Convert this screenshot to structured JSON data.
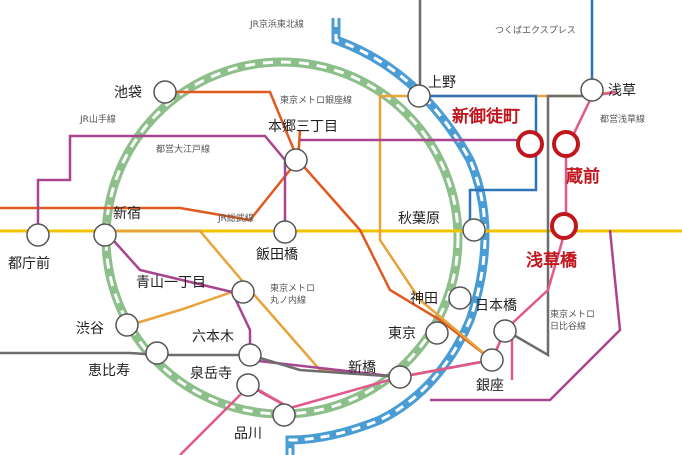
{
  "lines": {
    "jr_keihin_tohoku": "JR京浜東北線",
    "tsukuba_express": "つくばエクスプレス",
    "metro_ginza": "東京メトロ銀座線",
    "toei_asakusa": "都営浅草線",
    "jr_yamanote": "JR山手線",
    "toei_oedo": "都営大江戸線",
    "jr_sobu": "JR総武線",
    "metro_marunouchi_1": "東京メトロ",
    "metro_marunouchi_2": "丸ノ内線",
    "metro_hibiya_1": "東京メトロ",
    "metro_hibiya_2": "日比谷線"
  },
  "stations": {
    "ikebukuro": "池袋",
    "ueno": "上野",
    "asakusa": "浅草",
    "hongo_sanchome": "本郷三丁目",
    "shinjuku": "新宿",
    "tochomae": "都庁前",
    "iidabashi": "飯田橋",
    "akihabara": "秋葉原",
    "aoyama_itchome": "青山一丁目",
    "kanda": "神田",
    "nihombashi": "日本橋",
    "shibuya": "渋谷",
    "roppongi": "六本木",
    "tokyo": "東京",
    "ebisu": "恵比寿",
    "sengakuji": "泉岳寺",
    "shimbashi": "新橋",
    "ginza": "銀座",
    "shinagawa": "品川"
  },
  "highlight": {
    "shin_okachimachi": "新御徒町",
    "kuramae": "蔵前",
    "asakusabashi": "浅草橋",
    "color": "#c0161d"
  },
  "colors": {
    "yamanote": "#8cbf8a",
    "keihin_tohoku": "#4a9cd4",
    "chuo": "#e8a33a",
    "sobu": "#f0c300",
    "marunouchi": "#e05a1e",
    "oedo": "#a8458f",
    "hibiya": "#6d6d6d",
    "asakusa_line": "#e2588a",
    "ginza_line": "#e8a33a",
    "tsukuba": "#2d73b8"
  }
}
